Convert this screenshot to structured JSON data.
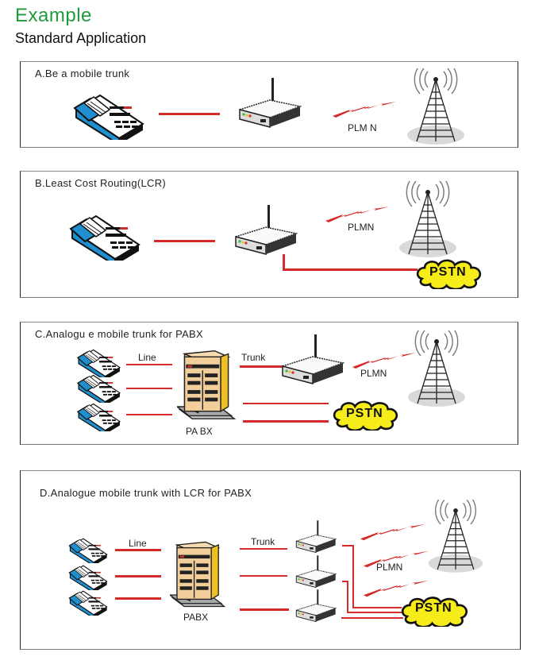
{
  "header": {
    "title": "Example",
    "subtitle": "Standard Application"
  },
  "colors": {
    "title_green": "#1f9a3c",
    "line_red": "#d42a2a",
    "cloud_yellow": "#f5ec1a",
    "phone_blue": "#1f8fd0",
    "pabx_tan": "#f2cf9a",
    "pabx_side_yellow": "#f0c020"
  },
  "panels": [
    {
      "id": "A",
      "label": "A.Be a mobile trunk",
      "icons": [
        "phone-icon",
        "gsm-gateway-icon",
        "radio-link-icon",
        "cell-tower-icon"
      ],
      "labels": {
        "plmn": "PLM N"
      }
    },
    {
      "id": "B",
      "label": "B.Least Cost Routing(LCR)",
      "icons": [
        "phone-icon",
        "gsm-gateway-icon",
        "radio-link-icon",
        "cell-tower-icon",
        "pstn-cloud-icon"
      ],
      "labels": {
        "plmn": "PLMN",
        "pstn": "PSTN"
      }
    },
    {
      "id": "C",
      "label": "C.Analogu e  mobile trunk  for  PABX",
      "icons": [
        "phone-icon",
        "phone-icon",
        "phone-icon",
        "pabx-icon",
        "gsm-gateway-icon",
        "radio-link-icon",
        "cell-tower-icon",
        "pstn-cloud-icon"
      ],
      "labels": {
        "line": "Line",
        "trunk": "Trunk",
        "pabx": "PA BX",
        "plmn": "PLMN",
        "pstn": "PSTN"
      }
    },
    {
      "id": "D",
      "label": "D.Analogue  mobile  trunk  with  LCR  for  PABX",
      "icons": [
        "phone-icon",
        "phone-icon",
        "phone-icon",
        "pabx-icon",
        "gsm-gateway-icon",
        "gsm-gateway-icon",
        "gsm-gateway-icon",
        "radio-link-icon",
        "radio-link-icon",
        "radio-link-icon",
        "cell-tower-icon",
        "pstn-cloud-icon"
      ],
      "labels": {
        "line": "Line",
        "trunk": "Trunk",
        "pabx": "PABX",
        "plmn": "PLMN",
        "pstn": "PSTN"
      }
    }
  ]
}
